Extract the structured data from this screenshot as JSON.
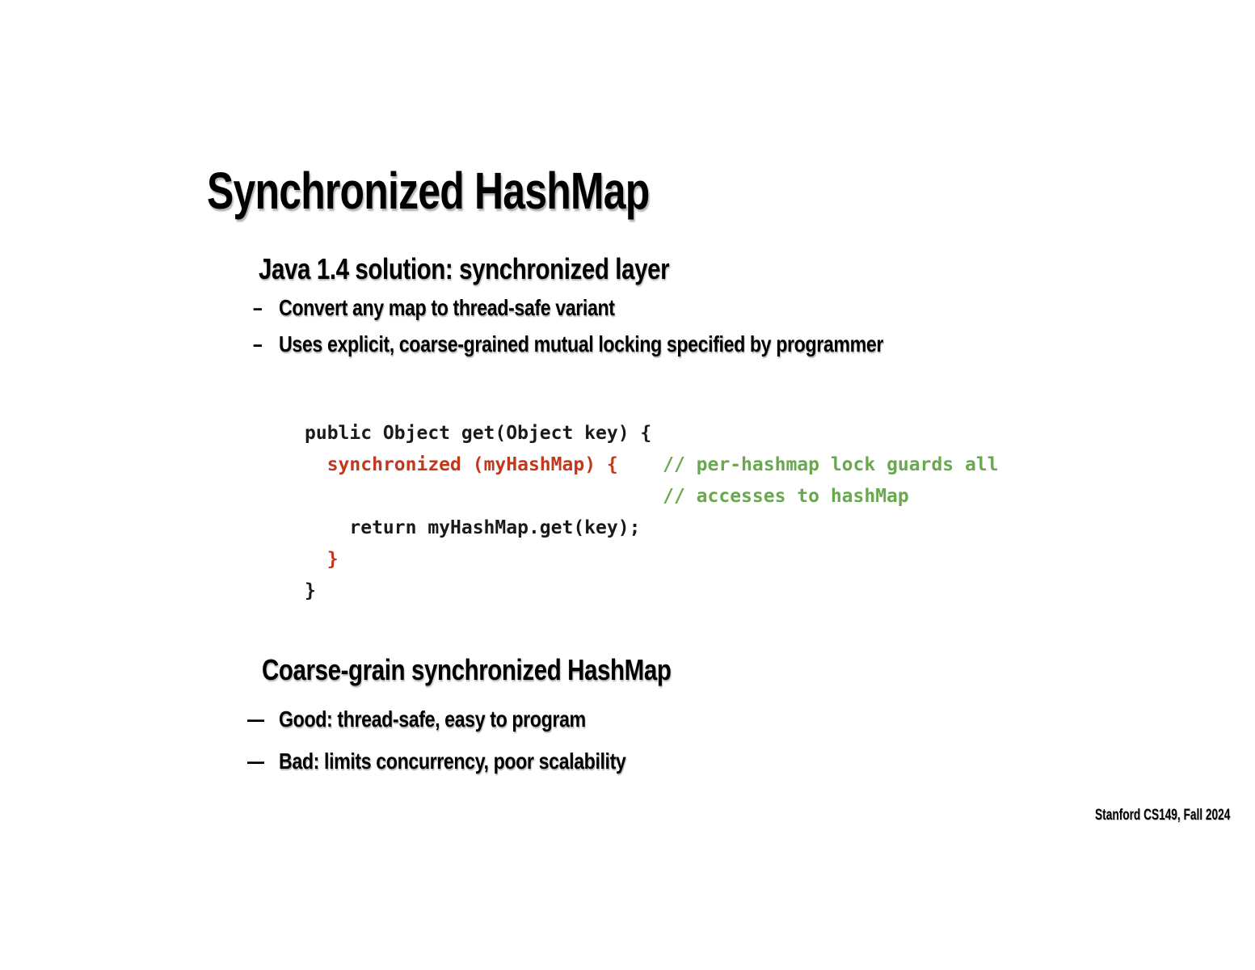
{
  "slide": {
    "title": "Synchronized HashMap",
    "section1": {
      "heading": "Java 1.4 solution: synchronized layer",
      "marker": "–",
      "bullets": [
        "Convert any map to thread-safe variant",
        "Uses explicit, coarse-grained mutual locking specified by programmer"
      ]
    },
    "code": {
      "lines": [
        [
          {
            "text": "public Object get(Object key) {",
            "color": "default"
          }
        ],
        [
          {
            "text": "  ",
            "color": "default"
          },
          {
            "text": "synchronized (myHashMap) {",
            "color": "red"
          },
          {
            "text": "    ",
            "color": "default"
          },
          {
            "text": "// per-hashmap lock guards all",
            "color": "green"
          }
        ],
        [
          {
            "text": "                                ",
            "color": "default"
          },
          {
            "text": "// accesses to hashMap",
            "color": "green"
          }
        ],
        [
          {
            "text": "    return myHashMap.get(key);",
            "color": "default"
          }
        ],
        [
          {
            "text": "  ",
            "color": "default"
          },
          {
            "text": "}",
            "color": "red"
          }
        ],
        [
          {
            "text": "}",
            "color": "default"
          }
        ]
      ]
    },
    "section2": {
      "heading": "Coarse-grain synchronized HashMap",
      "marker": "—",
      "bullets": [
        "Good: thread-safe, easy to program",
        "Bad: limits concurrency, poor scalability"
      ]
    },
    "footer": "Stanford CS149, Fall 2024",
    "colors": {
      "text": "#111111",
      "code_default": "#1a1a1a",
      "code_red": "#c2381c",
      "code_green": "#6aa84f"
    }
  }
}
